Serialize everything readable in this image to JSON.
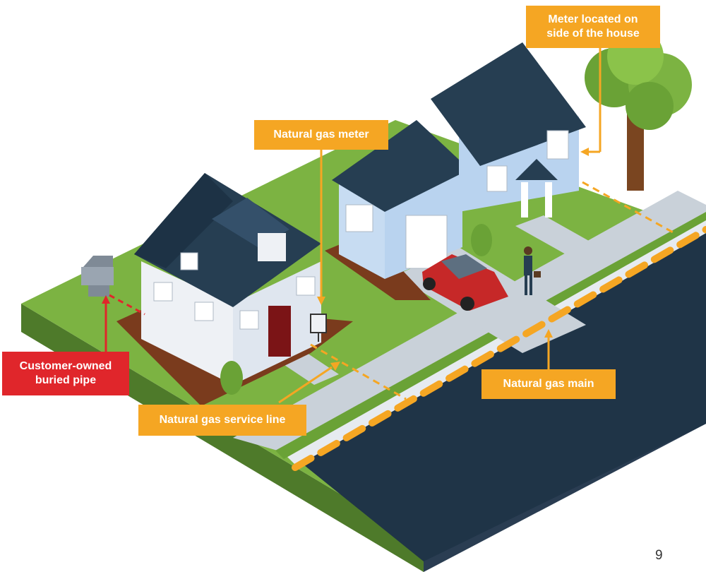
{
  "colors": {
    "gas_line": "#f5a623",
    "customer_pipe": "#e0262b",
    "grass": "#7cb342",
    "road": "#1f3447",
    "roof": "#263e52",
    "house_siding": "#dfe6ef",
    "blue_house_siding": "#b9d3ef",
    "car": "#c62828"
  },
  "callouts": {
    "meter_side": "Meter located on side of the house",
    "meter_side_line1": "Meter located on",
    "meter_side_line2": "side of the house",
    "gas_meter": "Natural gas meter",
    "customer_pipe": "Customer-owned buried pipe",
    "customer_pipe_line1": "Customer-owned",
    "customer_pipe_line2": "buried pipe",
    "service_line": "Natural gas service line",
    "gas_main": "Natural gas main"
  },
  "page_number": "9"
}
